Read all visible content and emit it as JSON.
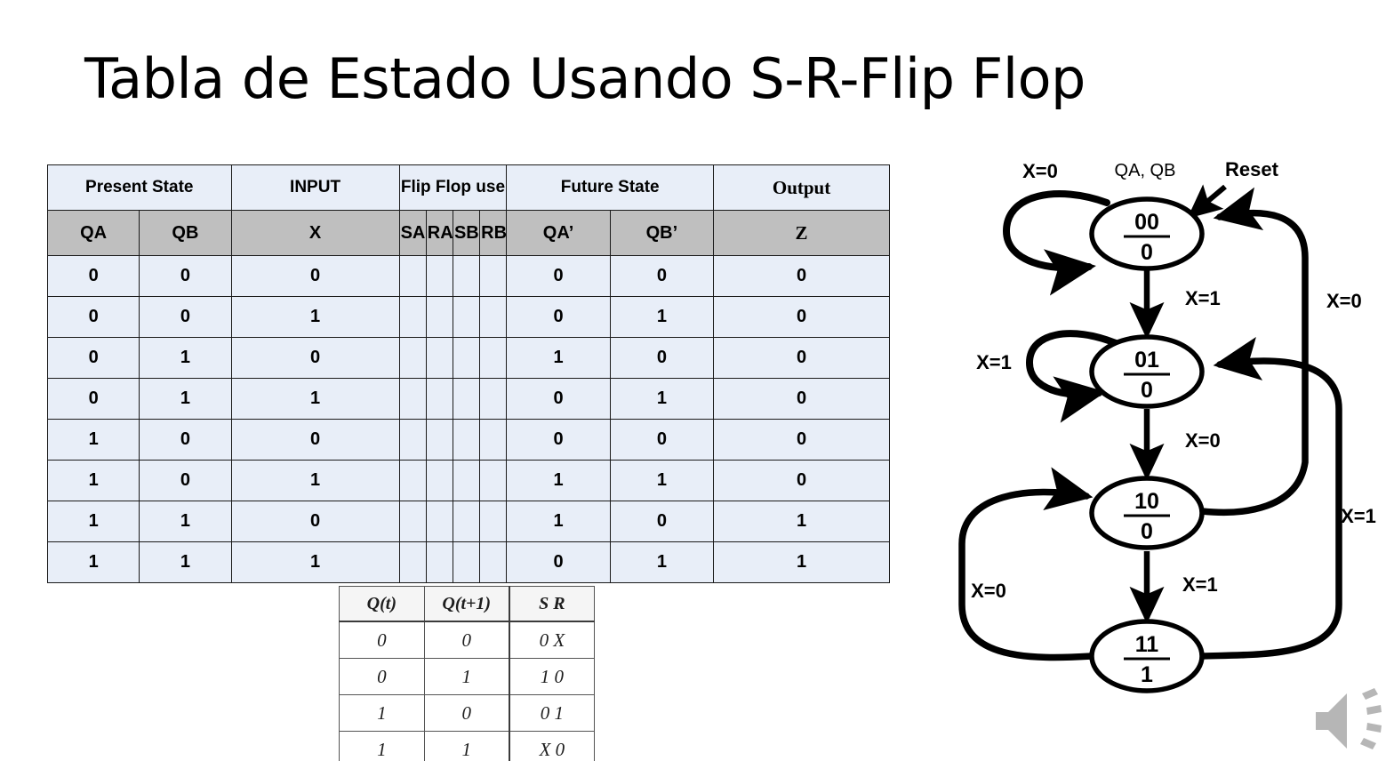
{
  "slide": {
    "title": "Tabla de Estado Usando S-R-Flip Flop"
  },
  "state_table": {
    "group_headers": [
      {
        "label": "Present State",
        "span": 2
      },
      {
        "label": "INPUT",
        "span": 1
      },
      {
        "label": "Flip Flop use",
        "span": 4
      },
      {
        "label": "Future State",
        "span": 2
      },
      {
        "label": "Output",
        "span": 1
      }
    ],
    "sub_headers": [
      "QA",
      "QB",
      "X",
      "SA",
      "RA",
      "SB",
      "RB",
      "QA’",
      "QB’",
      "Z"
    ],
    "rows": [
      [
        "0",
        "0",
        "0",
        "",
        "",
        "",
        "",
        "0",
        "0",
        "0"
      ],
      [
        "0",
        "0",
        "1",
        "",
        "",
        "",
        "",
        "0",
        "1",
        "0"
      ],
      [
        "0",
        "1",
        "0",
        "",
        "",
        "",
        "",
        "1",
        "0",
        "0"
      ],
      [
        "0",
        "1",
        "1",
        "",
        "",
        "",
        "",
        "0",
        "1",
        "0"
      ],
      [
        "1",
        "0",
        "0",
        "",
        "",
        "",
        "",
        "0",
        "0",
        "0"
      ],
      [
        "1",
        "0",
        "1",
        "",
        "",
        "",
        "",
        "1",
        "1",
        "0"
      ],
      [
        "1",
        "1",
        "0",
        "",
        "",
        "",
        "",
        "1",
        "0",
        "1"
      ],
      [
        "1",
        "1",
        "1",
        "",
        "",
        "",
        "",
        "0",
        "1",
        "1"
      ]
    ],
    "header_bg": "#e8eef8",
    "subheader_bg": "#bfbfbf",
    "cell_bg": "#e8eef8"
  },
  "excitation_table": {
    "headers": [
      "Q(t)",
      "Q(t+1)",
      "S R"
    ],
    "rows": [
      [
        "0",
        "0",
        "0 X"
      ],
      [
        "0",
        "1",
        "1 0"
      ],
      [
        "1",
        "0",
        "0 1"
      ],
      [
        "1",
        "1",
        "X 0"
      ]
    ]
  },
  "state_diagram": {
    "caption": "QA, QB",
    "reset_label": "Reset",
    "nodes": [
      {
        "id": "s00",
        "code": "00",
        "output": "0"
      },
      {
        "id": "s01",
        "code": "01",
        "output": "0"
      },
      {
        "id": "s10",
        "code": "10",
        "output": "0"
      },
      {
        "id": "s11",
        "code": "11",
        "output": "1"
      }
    ],
    "edges": [
      {
        "from": "s00",
        "to": "s00",
        "label": "X=0"
      },
      {
        "from": "s00",
        "to": "s01",
        "label": "X=1"
      },
      {
        "from": "s01",
        "to": "s01",
        "label": "X=1"
      },
      {
        "from": "s01",
        "to": "s10",
        "label": "X=0"
      },
      {
        "from": "s10",
        "to": "s00",
        "label": "X=0"
      },
      {
        "from": "s10",
        "to": "s11",
        "label": "X=1"
      },
      {
        "from": "s11",
        "to": "s10",
        "label": "X=0"
      },
      {
        "from": "s11",
        "to": "s01",
        "label": "X=1"
      }
    ]
  },
  "icons": {
    "speaker": "speaker-icon"
  }
}
